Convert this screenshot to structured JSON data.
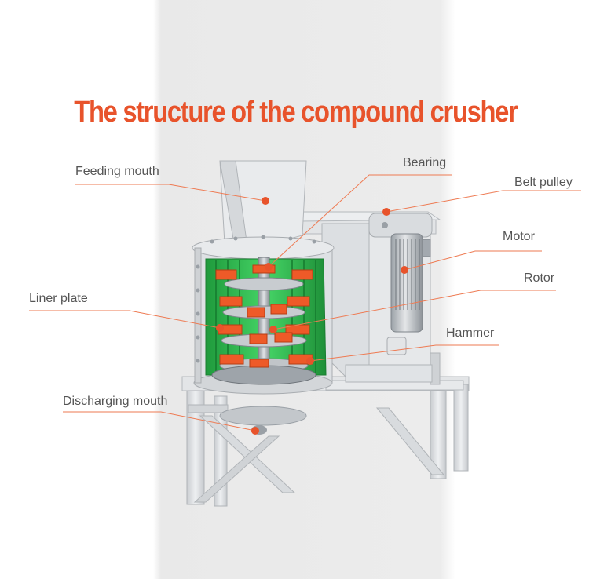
{
  "title": "The structure of the compound crusher",
  "colors": {
    "accent": "#e8532b",
    "line": "#ee7a52",
    "label_text": "#555555",
    "liner_green": "#39c95a",
    "hammer_orange": "#ee5a28",
    "steel": "#d9dcdf"
  },
  "labels": {
    "feeding_mouth": "Feeding mouth",
    "bearing": "Bearing",
    "belt_pulley": "Belt pulley",
    "motor": "Motor",
    "rotor": "Rotor",
    "liner_plate": "Liner plate",
    "hammer": "Hammer",
    "discharging_mouth": "Discharging mouth"
  }
}
